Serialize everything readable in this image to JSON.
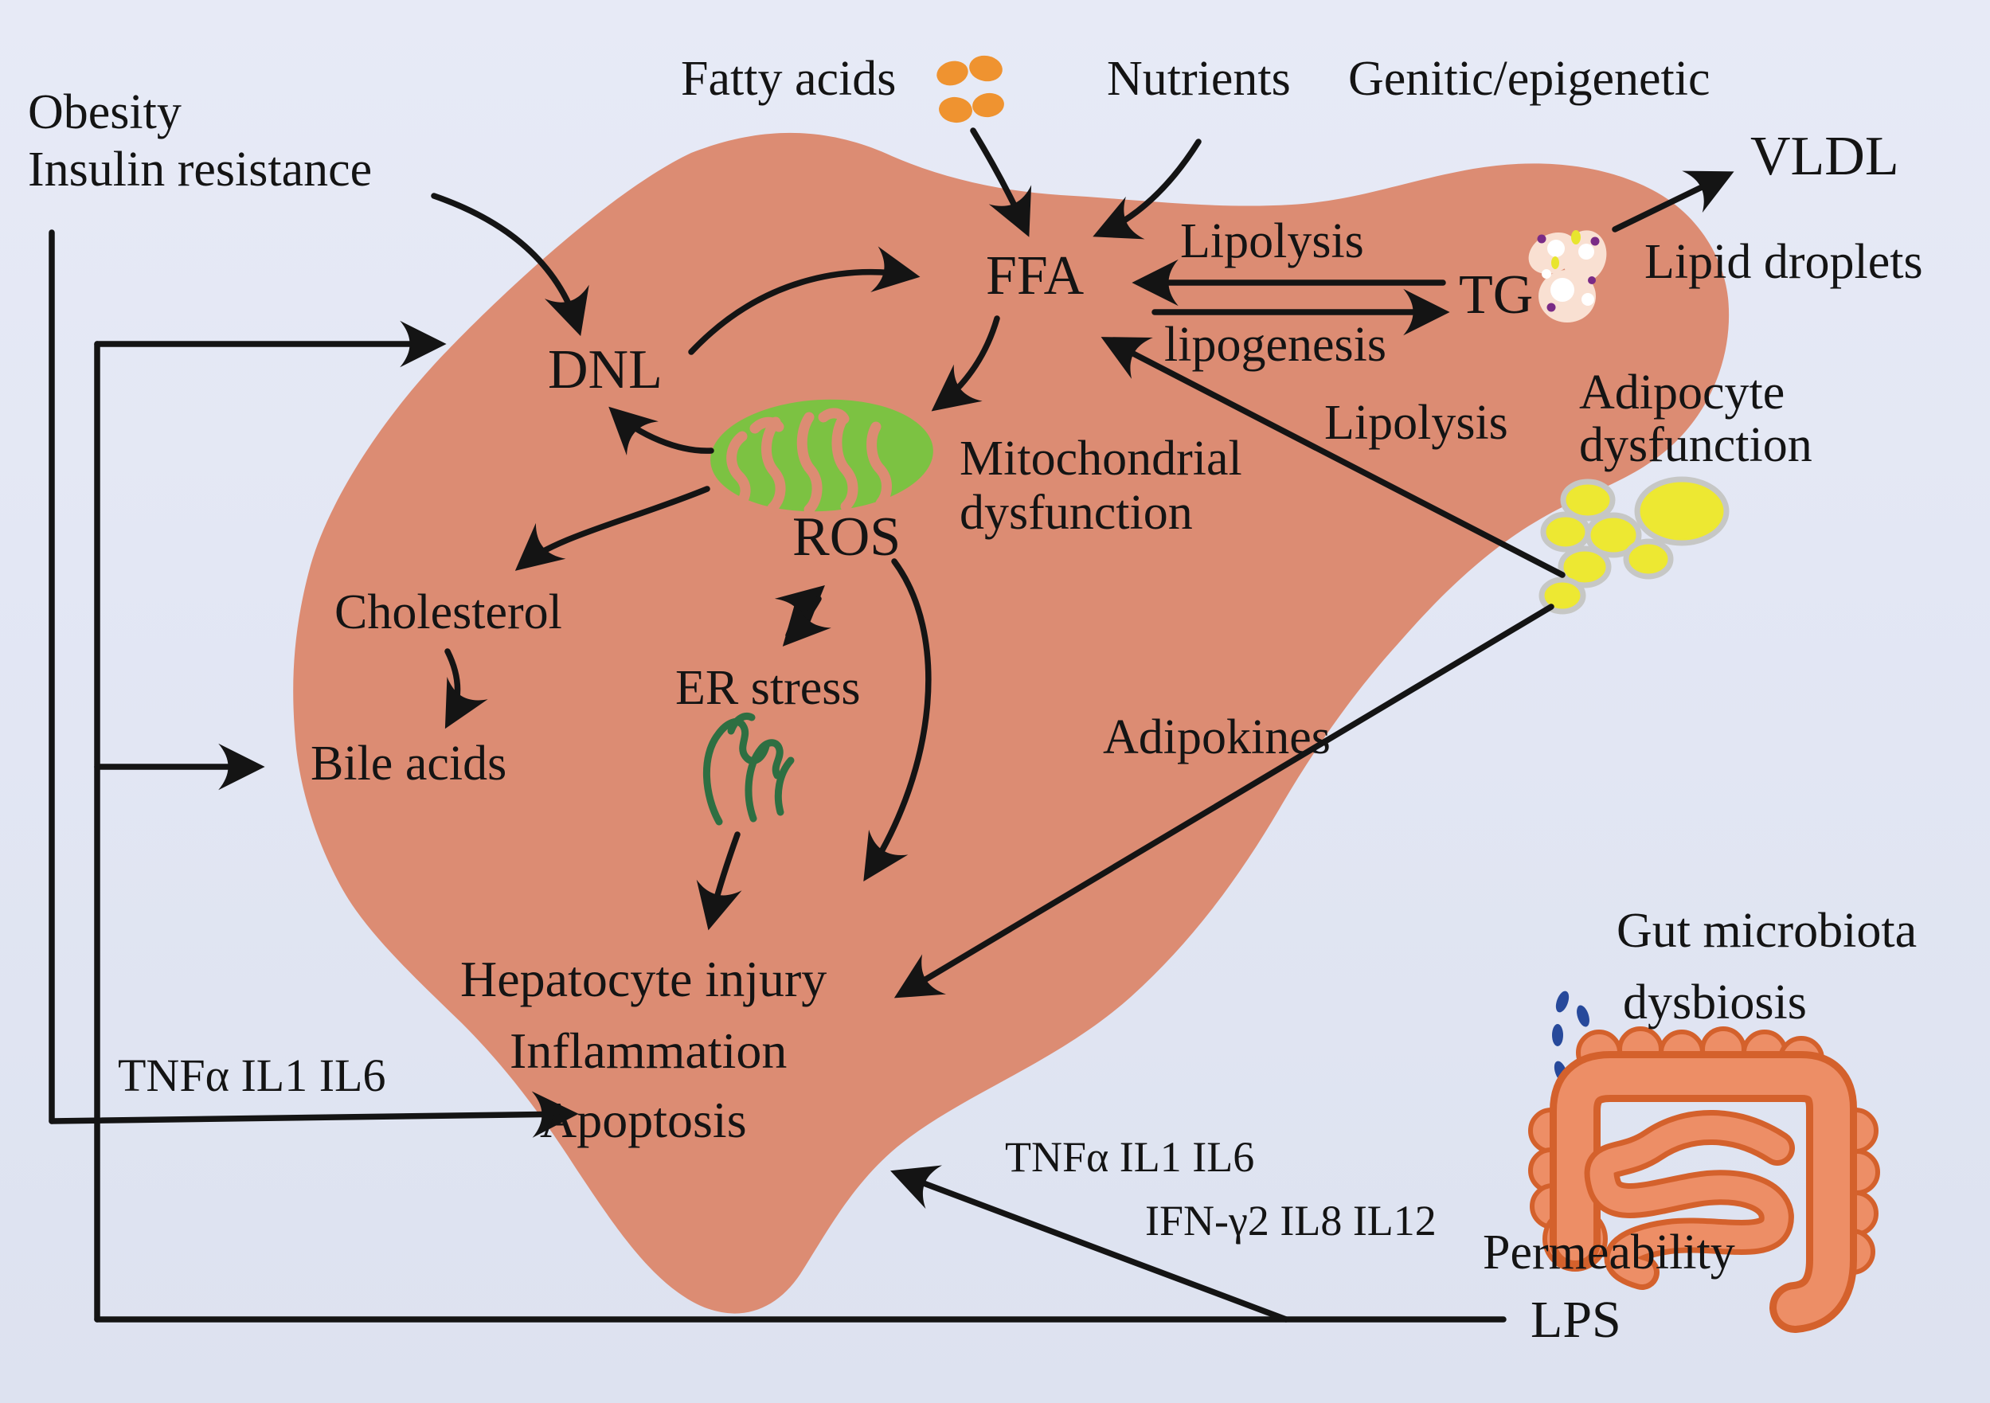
{
  "diagram_title": "Liver lipid metabolism and injury pathway diagram",
  "labels": {
    "fatty_acids": "Fatty acids",
    "nutrients": "Nutrients",
    "genetic_epigenetic": "Genitic/epigenetic",
    "obesity": "Obesity",
    "insulin_resistance": "Insulin resistance",
    "vldl": "VLDL",
    "ffa": "FFA",
    "lipolysis_top": "Lipolysis",
    "tg": "TG",
    "lipid_droplets": "Lipid droplets",
    "lipogenesis": "lipogenesis",
    "dnl": "DNL",
    "mitochondrial_line1": "Mitochondrial",
    "mitochondrial_line2": "dysfunction",
    "lipolysis_right": "Lipolysis",
    "adipocyte_line1": "Adipocyte",
    "adipocyte_line2": "dysfunction",
    "ros": "ROS",
    "cholesterol": "Cholesterol",
    "er_stress": "ER stress",
    "bile_acids": "Bile acids",
    "adipokines": "Adipokines",
    "hepatocyte_injury": "Hepatocyte injury",
    "inflammation": "Inflammation",
    "apoptosis": "Apoptosis",
    "tnf_il_left": "TNFα IL1 IL6",
    "gut_microbiota_line1": "Gut microbiota",
    "gut_microbiota_line2": "dysbiosis",
    "tnf_il_mid": "TNFα IL1 IL6",
    "ifn_il": "IFN-γ2 IL8 IL12",
    "permeability": "Permeability",
    "lps": "LPS"
  },
  "icons": [
    "liver-shape",
    "fatty-acid-dots-icon",
    "lipid-droplet-icon",
    "mitochondrion-icon",
    "er-stress-icon",
    "adipocyte-cells-icon",
    "bacteria-icon",
    "intestine-icon"
  ],
  "colors": {
    "background": "#e3e7f4",
    "liver": "#dc8c73",
    "line_black": "#141414",
    "mitochondria_green": "#7cc242",
    "er_green": "#2e6f42",
    "lipid_droplet_pale": "#f9e0d2",
    "droplet_purple": "#7a2b86",
    "droplet_yellow": "#e8e52e",
    "adipocyte_yellow": "#ede832",
    "adipocyte_outline": "#c6c7c5",
    "bacteria_blue": "#27499b",
    "intestine_fill": "#ed8e66",
    "intestine_outline": "#d4612c",
    "fatty_acid_orange": "#ef9330"
  }
}
